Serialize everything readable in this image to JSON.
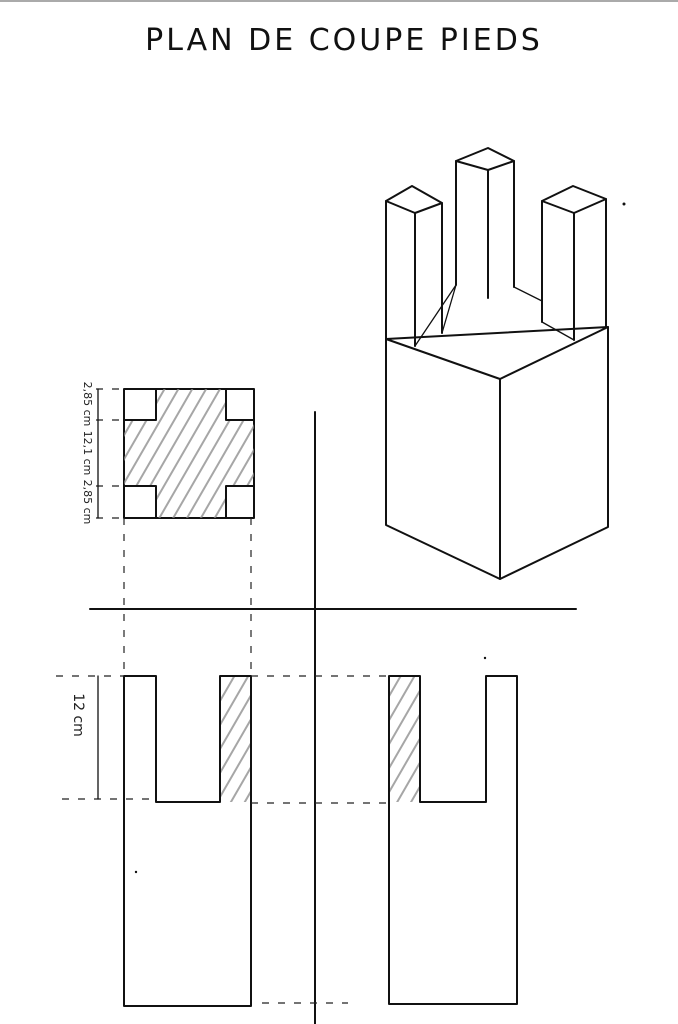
{
  "title": "PLAN DE COUPE PIEDS",
  "dimensions": {
    "corner_top": "2,85 cm",
    "middle": "12,1 cm",
    "corner_bottom": "2,85 cm",
    "tenon_height": "12 cm"
  },
  "colors": {
    "ink": "#111111",
    "hatch": "#888888",
    "paper": "#ffffff"
  }
}
